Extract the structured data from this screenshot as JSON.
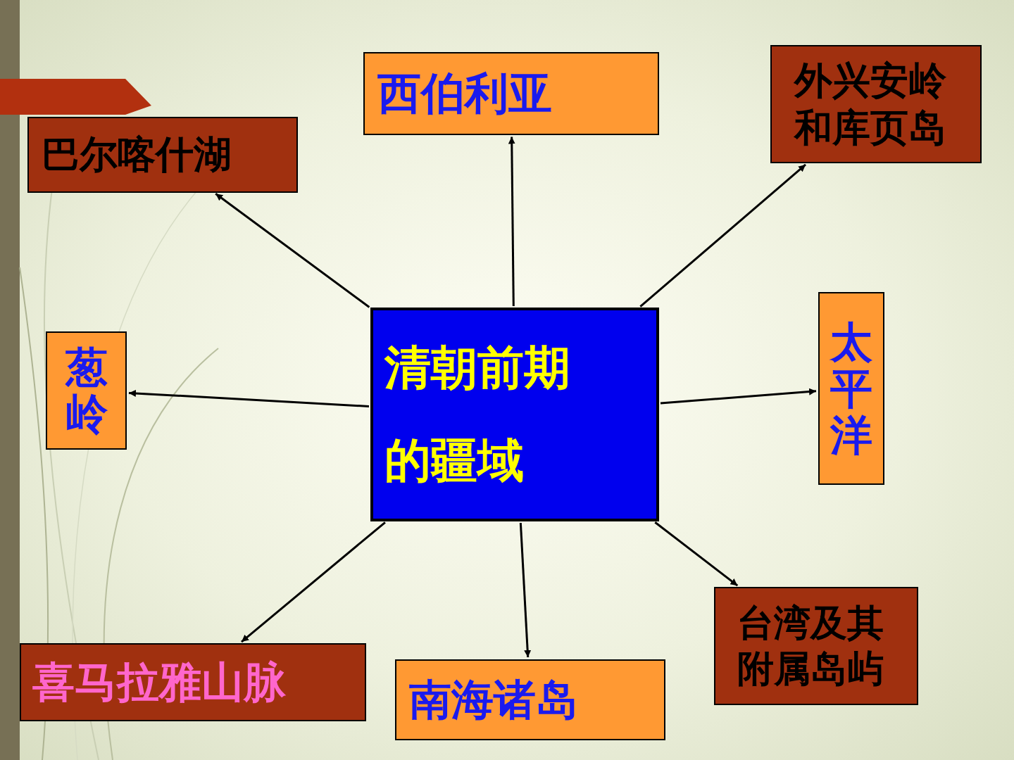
{
  "diagram": {
    "nodes": [
      {
        "text": [
          "西伯利亚"
        ]
      },
      {
        "text": [
          "外兴安岭 和库页岛"
        ]
      },
      {
        "text": [
          "巴尔喀什湖"
        ]
      },
      {
        "text": [
          "清朝前期 的疆域"
        ]
      },
      {
        "text": [
          "葱岭"
        ]
      },
      {
        "text": [
          "太平洋"
        ]
      },
      {
        "text": [
          "台湾及其 附属岛屿"
        ]
      },
      {
        "text": [
          "喜马拉雅山脉"
        ]
      },
      {
        "text": [
          "南海诸岛"
        ]
      }
    ],
    "edges": [
      {
        "from": 3,
        "to": 0,
        "arrow": "to"
      },
      {
        "from": 3,
        "to": 1,
        "arrow": "to"
      },
      {
        "from": 3,
        "to": 2,
        "arrow": "to"
      },
      {
        "from": 3,
        "to": 4,
        "arrow": "to"
      },
      {
        "from": 3,
        "to": 5,
        "arrow": "to"
      },
      {
        "from": 3,
        "to": 6,
        "arrow": "to"
      },
      {
        "from": 3,
        "to": 7,
        "arrow": "to"
      },
      {
        "from": 3,
        "to": 8,
        "arrow": "to"
      }
    ]
  }
}
